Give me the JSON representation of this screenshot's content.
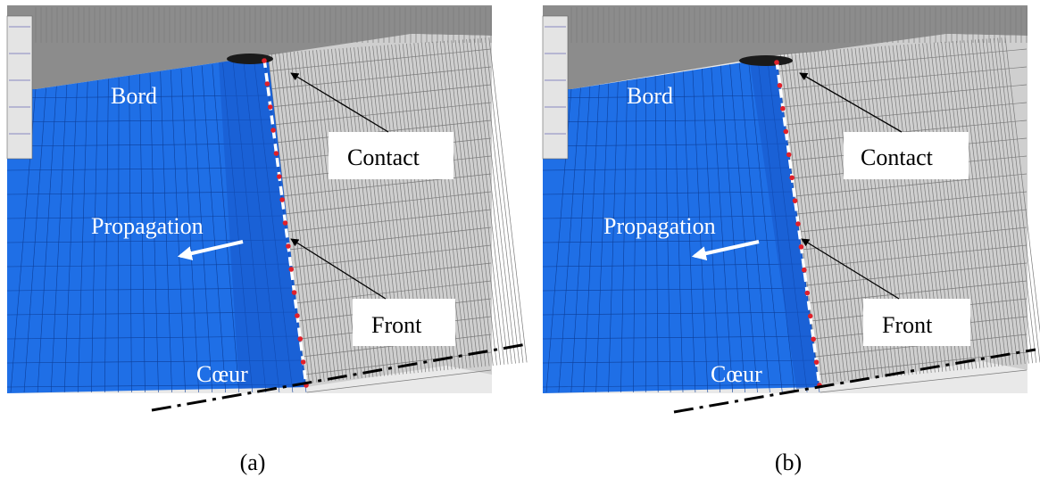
{
  "colors": {
    "blue_mesh": "#1f6fe6",
    "blue_dark": "#1556c8",
    "grey_mesh": "#c8c8c8",
    "grey_dark": "#8a8a8a",
    "red_marker": "#e0202a",
    "background": "#ffffff"
  },
  "panels": [
    {
      "labels": {
        "bord": "Bord",
        "contact": "Contact",
        "propagation": "Propagation",
        "front": "Front",
        "coeur": "Cœur"
      },
      "caption": "(a)"
    },
    {
      "labels": {
        "bord": "Bord",
        "contact": "Contact",
        "propagation": "Propagation",
        "front": "Front",
        "coeur": "Cœur"
      },
      "caption": "(b)"
    }
  ],
  "icons": {
    "propagation_arrow": "left-arrow-icon",
    "pointer_arrow": "pointer-arrow-icon"
  }
}
